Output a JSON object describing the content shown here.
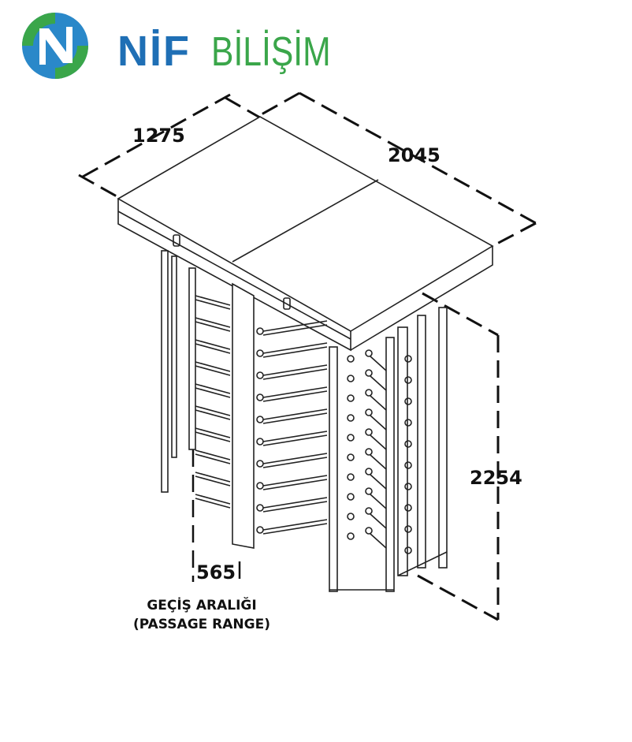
{
  "logo": {
    "brand": "NİF",
    "suffix": "BİLİŞİM",
    "colors": {
      "blue": "#1f6fb5",
      "green": "#3aa64a"
    }
  },
  "dimensions": {
    "width": "1275",
    "length": "2045",
    "height": "2254",
    "passage": "565"
  },
  "caption": {
    "tr": "GEÇİŞ ARALIĞI",
    "en": "(PASSAGE RANGE)"
  }
}
